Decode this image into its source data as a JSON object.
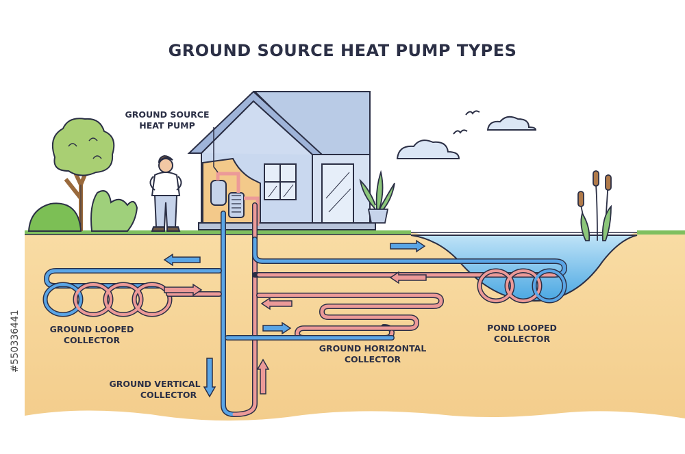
{
  "title": "GROUND SOURCE HEAT PUMP TYPES",
  "labels": {
    "heat_pump": [
      "GROUND SOURCE",
      "HEAT PUMP"
    ],
    "ground_looped": [
      "GROUND LOOPED",
      "COLLECTOR"
    ],
    "ground_vertical": [
      "GROUND VERTICAL",
      "COLLECTOR"
    ],
    "ground_horizontal": [
      "GROUND HORIZONTAL",
      "COLLECTOR"
    ],
    "pond_looped": [
      "POND LOOPED",
      "COLLECTOR"
    ]
  },
  "stock_id": "#550336441",
  "colors": {
    "soil": "#f7d69a",
    "soil_dark": "#edc47e",
    "grass": "#7fbf5e",
    "water": "#5db6e8",
    "pipe_cold": "#5aa5e6",
    "pipe_warm": "#ec9a98",
    "outline": "#2b2f45",
    "house_wall": "#c9d8ef",
    "roof": "#9fb4d9"
  }
}
